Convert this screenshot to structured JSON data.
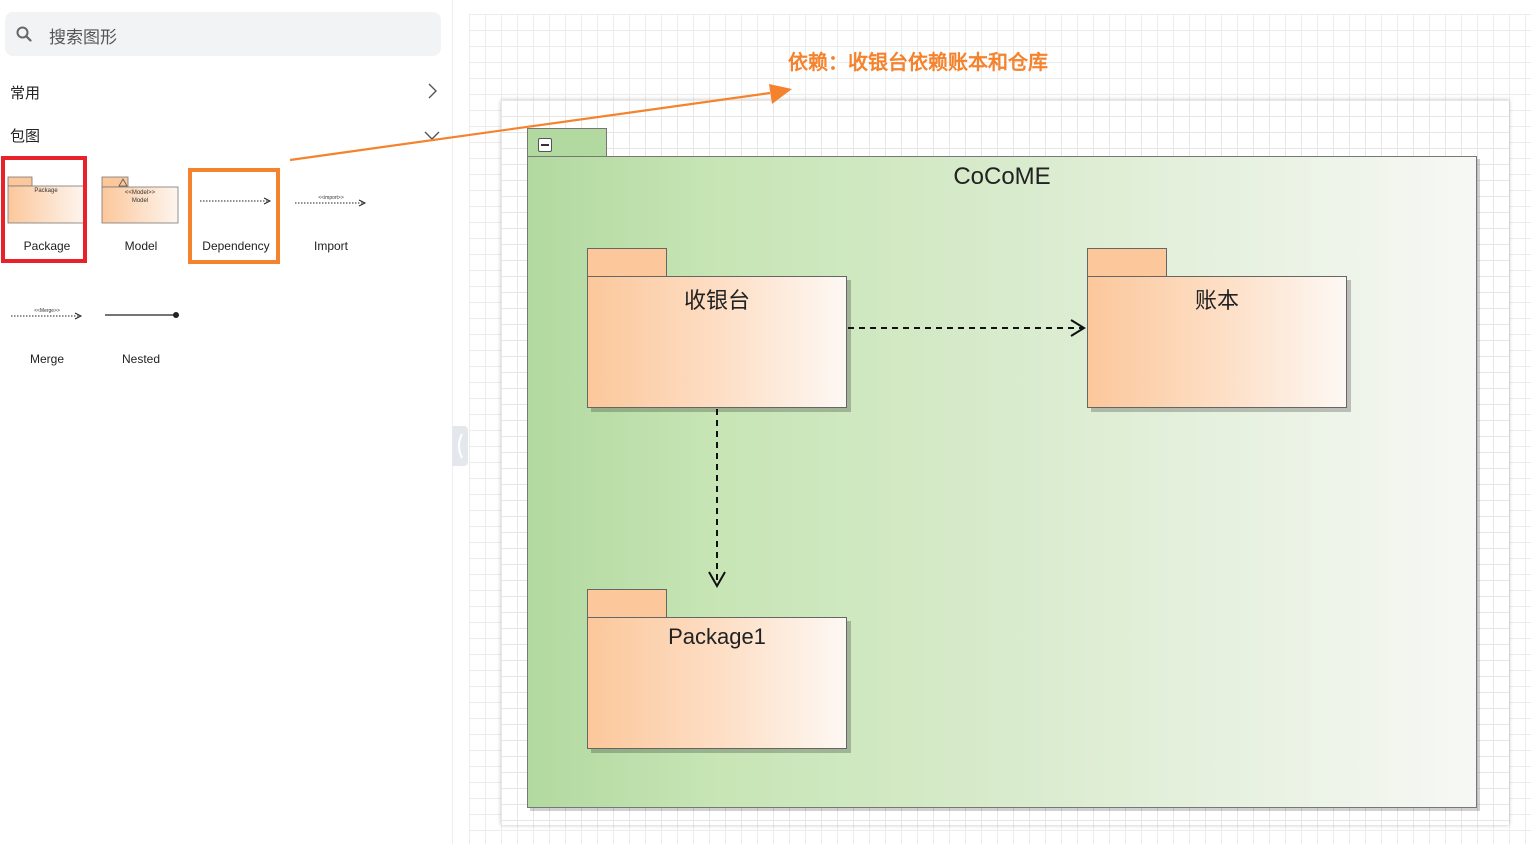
{
  "sidebar": {
    "search_placeholder": "搜索图形",
    "sections": [
      {
        "label": "常用",
        "expanded": false
      },
      {
        "label": "包图",
        "expanded": true
      }
    ],
    "shapes": [
      {
        "label": "Package",
        "thumb_text": "Package"
      },
      {
        "label": "Model",
        "thumb_text": "<<Model>> Model"
      },
      {
        "label": "Dependency",
        "thumb_text": ""
      },
      {
        "label": "Import",
        "thumb_text": "<<import>>"
      },
      {
        "label": "Merge",
        "thumb_text": "<<Merge>>"
      },
      {
        "label": "Nested",
        "thumb_text": ""
      }
    ]
  },
  "annotation": {
    "text": "依赖：收银台依赖账本和仓库",
    "color": "#f5822c"
  },
  "highlights": {
    "package_color": "#e8212a",
    "dependency_color": "#f5822c"
  },
  "diagram": {
    "container": {
      "name": "CoCoME",
      "fill": "#b2d9a0"
    },
    "packages": [
      {
        "name": "收银台",
        "fill": "#fcc79b"
      },
      {
        "name": "账本",
        "fill": "#fcc79b"
      },
      {
        "name": "Package1",
        "fill": "#fcc79b"
      }
    ],
    "dependencies": [
      {
        "from": "收银台",
        "to": "账本",
        "style": "dashed"
      },
      {
        "from": "收银台",
        "to": "Package1",
        "style": "dashed"
      }
    ]
  }
}
